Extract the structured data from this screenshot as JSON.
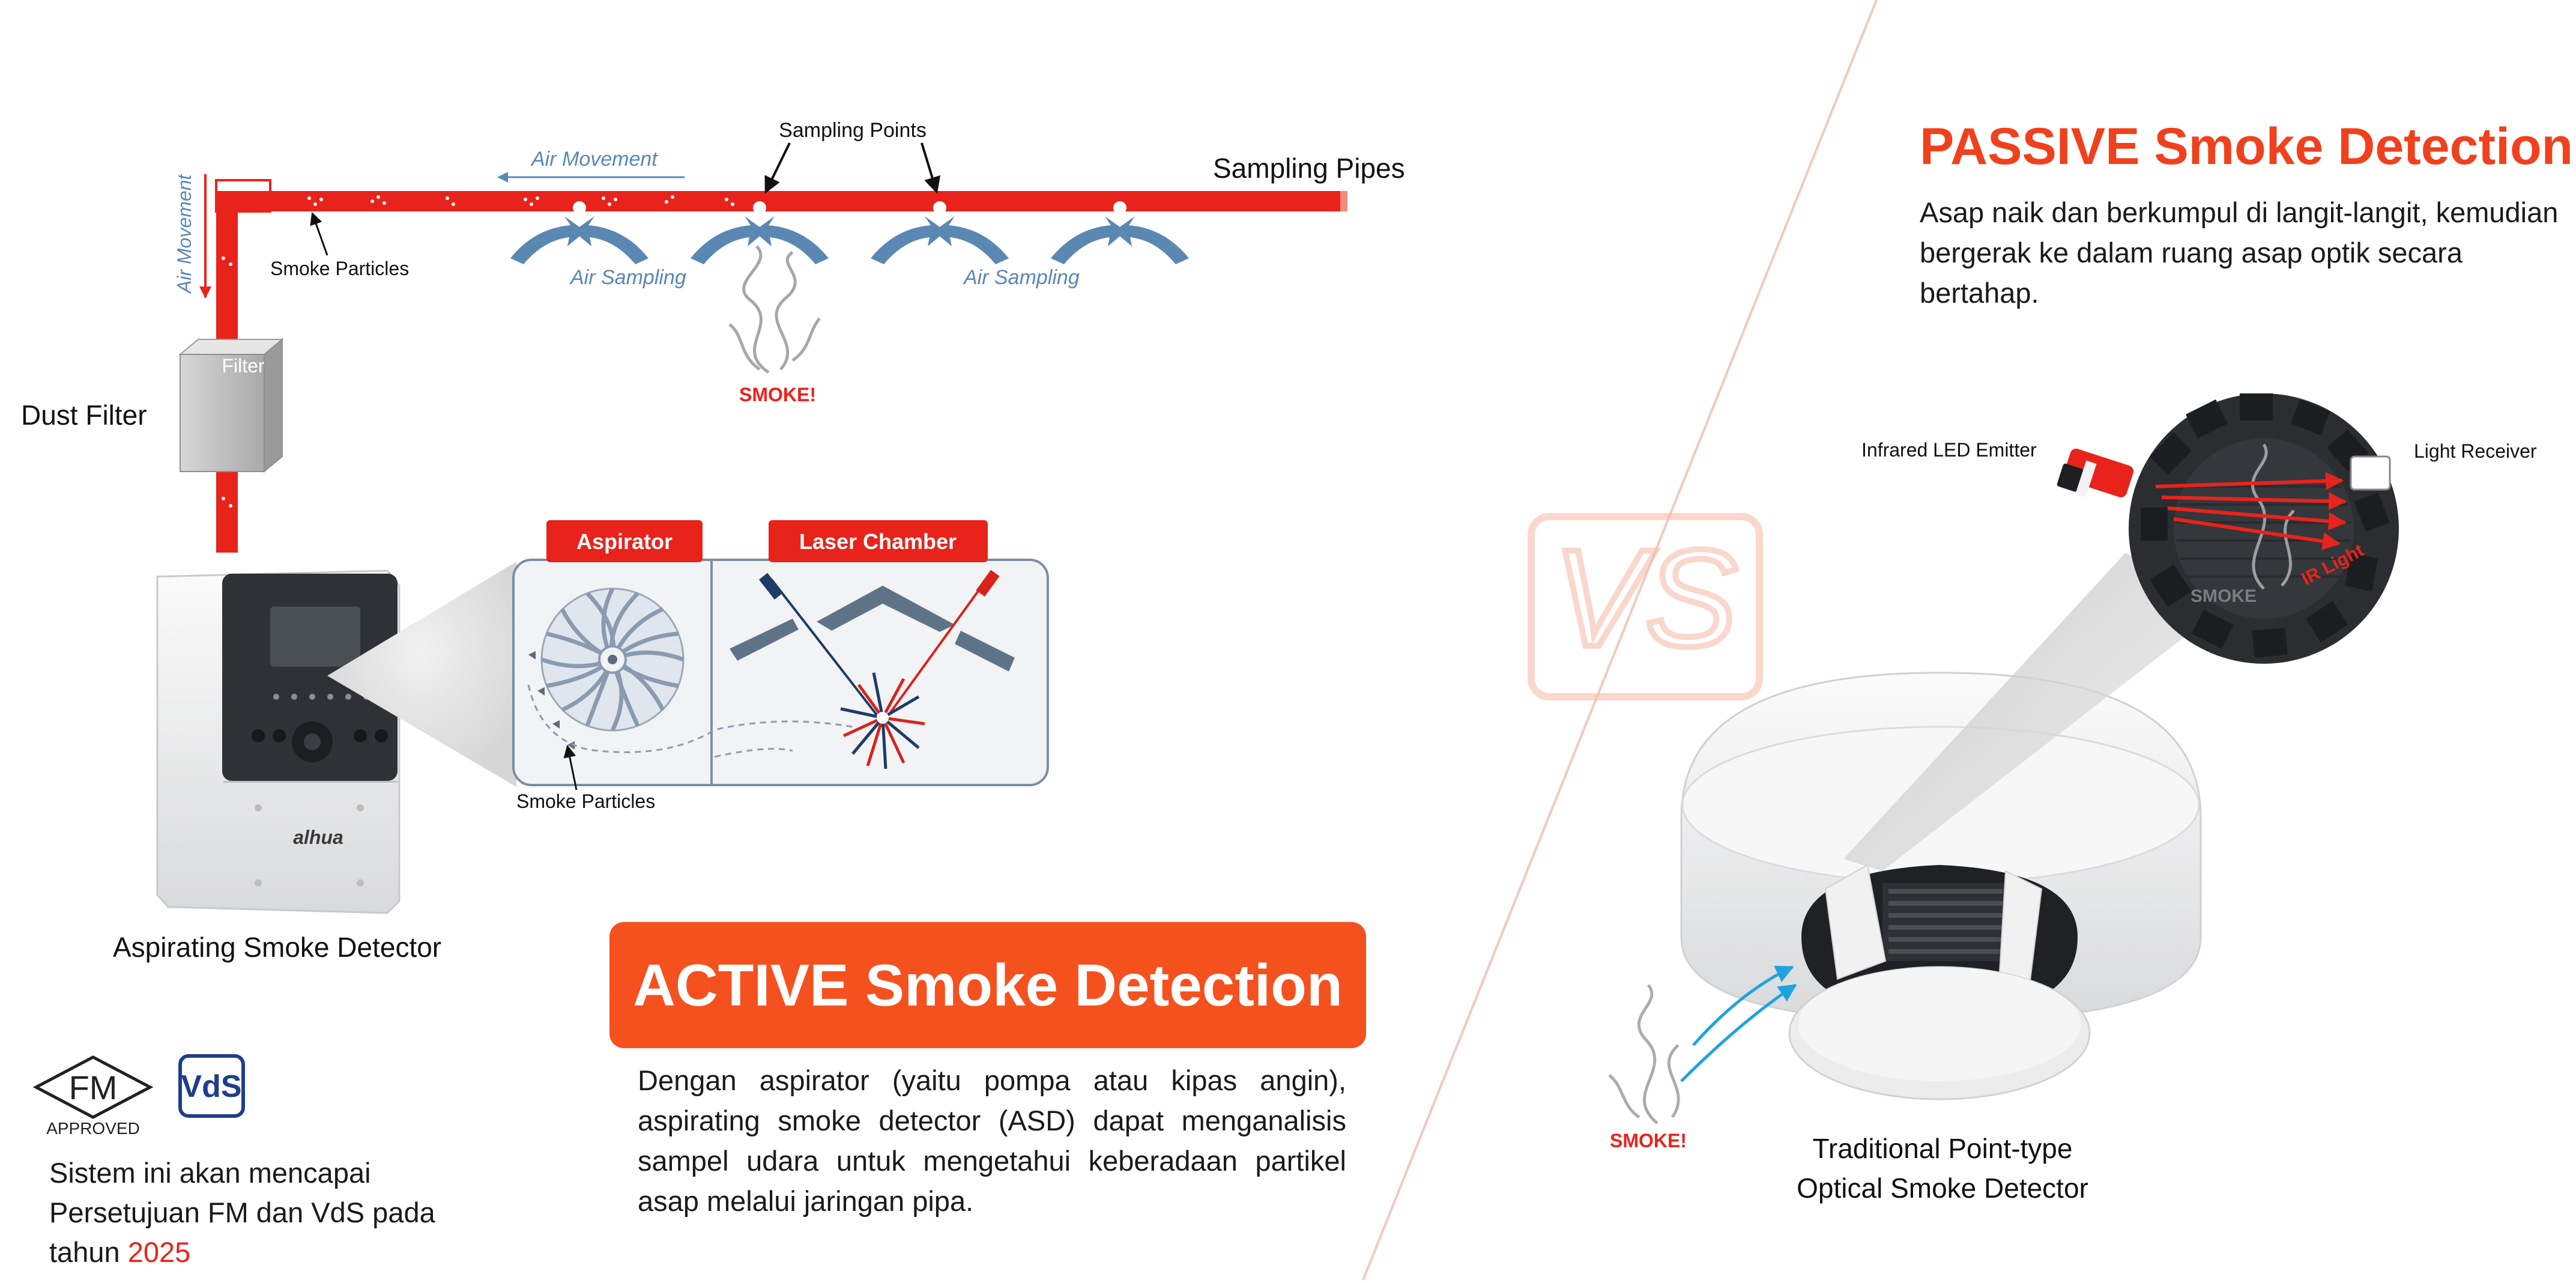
{
  "colors": {
    "accent": "#f0401c",
    "pipe": "#e8231b",
    "active_box": "#f4511e",
    "arrow_blue": "#5b87b3",
    "vs_watermark": "#f7c7b8",
    "year_highlight": "#e8231b"
  },
  "left": {
    "sampling_pipes_label": "Sampling Pipes",
    "sampling_points_label": "Sampling Points",
    "air_movement_horizontal": "Air Movement",
    "air_movement_vertical": "Air Movement",
    "smoke_particles_pipe": "Smoke Particles",
    "air_sampling_1": "Air Sampling",
    "air_sampling_2": "Air Sampling",
    "smoke_label": "SMOKE!",
    "filter_text": "Filter",
    "dust_filter_label": "Dust Filter",
    "device_brand": "alhua",
    "device_label": "Aspirating Smoke Detector",
    "aspirator_label": "Aspirator",
    "laser_chamber_label": "Laser Chamber",
    "smoke_particles_chamber": "Smoke Particles",
    "active_title": "ACTIVE Smoke Detection",
    "active_description": "Dengan aspirator (yaitu pompa atau kipas angin), aspirating smoke detector (ASD) dapat menganalisis sampel udara untuk mengetahui keberadaan partikel asap melalui jaringan pipa.",
    "fm_logo_text": "FM",
    "fm_approved_text": "APPROVED",
    "vds_logo_text": "VdS",
    "certification_text": "Sistem ini akan mencapai Persetujuan FM dan VdS pada tahun",
    "certification_year": "2025"
  },
  "center": {
    "vs_text": "VS"
  },
  "right": {
    "passive_title": "PASSIVE Smoke Detection",
    "passive_description": "Asap naik dan berkumpul di langit-langit, kemudian bergerak ke dalam ruang asap optik secara bertahap.",
    "infrared_label": "Infrared LED Emitter",
    "light_receiver_label": "Light Receiver",
    "chamber_smoke_label": "SMOKE",
    "ir_light_label": "IR Light",
    "smoke_label": "SMOKE!",
    "detector_label_line1": "Traditional Point-type",
    "detector_label_line2": "Optical Smoke Detector"
  },
  "icons": [
    "fm-approved-logo",
    "vds-logo",
    "smoke-icon",
    "aspirator-fan-icon",
    "vs-watermark-icon"
  ]
}
